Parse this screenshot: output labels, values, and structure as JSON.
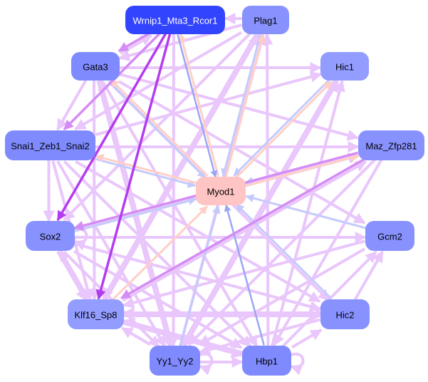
{
  "graph": {
    "type": "directed-network",
    "nodes": [
      {
        "id": "Wrnip1_Mta3_Rcor1",
        "label": "Wrnip1_Mta3_Rcor1",
        "fill": "#3344ff",
        "text_color": "#ffffff"
      },
      {
        "id": "Plag1",
        "label": "Plag1",
        "fill": "#8892ff",
        "text_color": "#000000"
      },
      {
        "id": "Gata3",
        "label": "Gata3",
        "fill": "#7f8afe",
        "text_color": "#000000"
      },
      {
        "id": "Hic1",
        "label": "Hic1",
        "fill": "#939cff",
        "text_color": "#000000"
      },
      {
        "id": "Snai1_Zeb1_Snai2",
        "label": "Snai1_Zeb1_Snai2",
        "fill": "#7f8afe",
        "text_color": "#000000"
      },
      {
        "id": "Maz_Zfp281",
        "label": "Maz_Zfp281",
        "fill": "#8892ff",
        "text_color": "#000000"
      },
      {
        "id": "Myod1",
        "label": "Myod1",
        "fill": "#ffc4c4",
        "text_color": "#000000"
      },
      {
        "id": "Sox2",
        "label": "Sox2",
        "fill": "#8892ff",
        "text_color": "#000000"
      },
      {
        "id": "Gcm2",
        "label": "Gcm2",
        "fill": "#8892ff",
        "text_color": "#000000"
      },
      {
        "id": "Klf16_Sp8",
        "label": "Klf16_Sp8",
        "fill": "#939cff",
        "text_color": "#000000"
      },
      {
        "id": "Hic2",
        "label": "Hic2",
        "fill": "#8892ff",
        "text_color": "#000000"
      },
      {
        "id": "Yy1_Yy2",
        "label": "Yy1_Yy2",
        "fill": "#7f8afe",
        "text_color": "#000000"
      },
      {
        "id": "Hbp1",
        "label": "Hbp1",
        "fill": "#7f8afe",
        "text_color": "#000000"
      }
    ],
    "edge_colors": {
      "strong": "#b43cf0",
      "medium": "#d58cf5",
      "weak": "#e9c6fb",
      "to_target_blue": "#c4cbfb",
      "to_target_salmon": "#ffcfc6",
      "blue_mid": "#9aa6f5"
    },
    "edges": [
      {
        "from": "Plag1",
        "to": "Wrnip1_Mta3_Rcor1",
        "kind": "weak"
      },
      {
        "from": "Wrnip1_Mta3_Rcor1",
        "to": "Gata3",
        "kind": "medium"
      },
      {
        "from": "Gata3",
        "to": "Wrnip1_Mta3_Rcor1",
        "kind": "weak"
      },
      {
        "from": "Wrnip1_Mta3_Rcor1",
        "to": "Snai1_Zeb1_Snai2",
        "kind": "medium"
      },
      {
        "from": "Wrnip1_Mta3_Rcor1",
        "to": "Sox2",
        "kind": "strong"
      },
      {
        "from": "Wrnip1_Mta3_Rcor1",
        "to": "Klf16_Sp8",
        "kind": "strong"
      },
      {
        "from": "Wrnip1_Mta3_Rcor1",
        "to": "Myod1",
        "kind": "blue_mid"
      },
      {
        "from": "Myod1",
        "to": "Wrnip1_Mta3_Rcor1",
        "kind": "to_target_salmon"
      },
      {
        "from": "Wrnip1_Mta3_Rcor1",
        "to": "Yy1_Yy2",
        "kind": "weak"
      },
      {
        "from": "Plag1",
        "to": "Myod1",
        "kind": "to_target_blue"
      },
      {
        "from": "Myod1",
        "to": "Plag1",
        "kind": "to_target_salmon"
      },
      {
        "from": "Plag1",
        "to": "Gata3",
        "kind": "weak"
      },
      {
        "from": "Plag1",
        "to": "Snai1_Zeb1_Snai2",
        "kind": "weak"
      },
      {
        "from": "Plag1",
        "to": "Klf16_Sp8",
        "kind": "weak"
      },
      {
        "from": "Plag1",
        "to": "Sox2",
        "kind": "weak"
      },
      {
        "from": "Hbp1",
        "to": "Plag1",
        "kind": "weak"
      },
      {
        "from": "Yy1_Yy2",
        "to": "Plag1",
        "kind": "weak"
      },
      {
        "from": "Gata3",
        "to": "Maz_Zfp281",
        "kind": "weak"
      },
      {
        "from": "Gata3",
        "to": "Hic1",
        "kind": "weak"
      },
      {
        "from": "Gata3",
        "to": "Myod1",
        "kind": "to_target_blue"
      },
      {
        "from": "Myod1",
        "to": "Gata3",
        "kind": "to_target_salmon"
      },
      {
        "from": "Gata3",
        "to": "Snai1_Zeb1_Snai2",
        "kind": "weak"
      },
      {
        "from": "Gata3",
        "to": "Klf16_Sp8",
        "kind": "weak"
      },
      {
        "from": "Gata3",
        "to": "Hic2",
        "kind": "weak"
      },
      {
        "from": "Gata3",
        "to": "Hbp1",
        "kind": "weak"
      },
      {
        "from": "Gata3",
        "to": "Yy1_Yy2",
        "kind": "weak"
      },
      {
        "from": "Gata3",
        "to": "Gcm2",
        "kind": "weak"
      },
      {
        "from": "Hic1",
        "to": "Myod1",
        "kind": "to_target_blue"
      },
      {
        "from": "Myod1",
        "to": "Hic1",
        "kind": "to_target_salmon"
      },
      {
        "from": "Hic1",
        "to": "Yy1_Yy2",
        "kind": "weak"
      },
      {
        "from": "Snai1_Zeb1_Snai2",
        "to": "Maz_Zfp281",
        "kind": "weak"
      },
      {
        "from": "Snai1_Zeb1_Snai2",
        "to": "Myod1",
        "kind": "to_target_blue"
      },
      {
        "from": "Myod1",
        "to": "Snai1_Zeb1_Snai2",
        "kind": "to_target_salmon"
      },
      {
        "from": "Snai1_Zeb1_Snai2",
        "to": "Sox2",
        "kind": "weak"
      },
      {
        "from": "Snai1_Zeb1_Snai2",
        "to": "Klf16_Sp8",
        "kind": "weak"
      },
      {
        "from": "Snai1_Zeb1_Snai2",
        "to": "Hic2",
        "kind": "weak"
      },
      {
        "from": "Snai1_Zeb1_Snai2",
        "to": "Yy1_Yy2",
        "kind": "weak"
      },
      {
        "from": "Snai1_Zeb1_Snai2",
        "to": "Hbp1",
        "kind": "weak"
      },
      {
        "from": "Snai1_Zeb1_Snai2",
        "to": "Hic1",
        "kind": "weak"
      },
      {
        "from": "Maz_Zfp281",
        "to": "Myod1",
        "kind": "to_target_blue"
      },
      {
        "from": "Myod1",
        "to": "Maz_Zfp281",
        "kind": "to_target_salmon"
      },
      {
        "from": "Maz_Zfp281",
        "to": "Sox2",
        "kind": "medium"
      },
      {
        "from": "Maz_Zfp281",
        "to": "Klf16_Sp8",
        "kind": "medium"
      },
      {
        "from": "Maz_Zfp281",
        "to": "Yy1_Yy2",
        "kind": "weak"
      },
      {
        "from": "Maz_Zfp281",
        "to": "Hbp1",
        "kind": "weak"
      },
      {
        "from": "Sox2",
        "to": "Myod1",
        "kind": "to_target_blue"
      },
      {
        "from": "Sox2",
        "to": "Gcm2",
        "kind": "weak"
      },
      {
        "from": "Sox2",
        "to": "Klf16_Sp8",
        "kind": "weak"
      },
      {
        "from": "Klf16_Sp8",
        "to": "Sox2",
        "kind": "weak"
      },
      {
        "from": "Sox2",
        "to": "Hic2",
        "kind": "weak"
      },
      {
        "from": "Sox2",
        "to": "Yy1_Yy2",
        "kind": "weak"
      },
      {
        "from": "Sox2",
        "to": "Hbp1",
        "kind": "weak"
      },
      {
        "from": "Gcm2",
        "to": "Myod1",
        "kind": "to_target_blue"
      },
      {
        "from": "Gcm2",
        "to": "Klf16_Sp8",
        "kind": "weak"
      },
      {
        "from": "Gcm2",
        "to": "Yy1_Yy2",
        "kind": "weak"
      },
      {
        "from": "Hbp1",
        "to": "Gcm2",
        "kind": "weak"
      },
      {
        "from": "Klf16_Sp8",
        "to": "Myod1",
        "kind": "to_target_salmon"
      },
      {
        "from": "Klf16_Sp8",
        "to": "Hic2",
        "kind": "weak"
      },
      {
        "from": "Klf16_Sp8",
        "to": "Maz_Zfp281",
        "kind": "weak"
      },
      {
        "from": "Klf16_Sp8",
        "to": "Plag1",
        "kind": "weak"
      },
      {
        "from": "Klf16_Sp8",
        "to": "Hbp1",
        "kind": "weak"
      },
      {
        "from": "Hic2",
        "to": "Klf16_Sp8",
        "kind": "weak"
      },
      {
        "from": "Hic2",
        "to": "Myod1",
        "kind": "to_target_blue"
      },
      {
        "from": "Hic2",
        "to": "Yy1_Yy2",
        "kind": "weak"
      },
      {
        "from": "Hic2",
        "to": "Gcm2",
        "kind": "weak"
      },
      {
        "from": "Yy1_Yy2",
        "to": "Myod1",
        "kind": "to_target_blue"
      },
      {
        "from": "Yy1_Yy2",
        "to": "Hbp1",
        "kind": "weak"
      },
      {
        "from": "Yy1_Yy2",
        "to": "Klf16_Sp8",
        "kind": "weak"
      },
      {
        "from": "Yy1_Yy2",
        "to": "Hic1",
        "kind": "weak"
      },
      {
        "from": "Yy1_Yy2",
        "to": "Yy1_Yy2",
        "kind": "weak"
      },
      {
        "from": "Yy1_Yy2",
        "to": "Gata3",
        "kind": "weak"
      },
      {
        "from": "Hbp1",
        "to": "Myod1",
        "kind": "blue_mid"
      },
      {
        "from": "Hbp1",
        "to": "Hbp1",
        "kind": "weak"
      },
      {
        "from": "Hbp1",
        "to": "Hic2",
        "kind": "weak"
      },
      {
        "from": "Hbp1",
        "to": "Klf16_Sp8",
        "kind": "weak"
      },
      {
        "from": "Hbp1",
        "to": "Hic1",
        "kind": "weak"
      },
      {
        "from": "Sox2",
        "to": "Sox2",
        "kind": "weak"
      },
      {
        "from": "Sox2",
        "to": "Maz_Zfp281",
        "kind": "weak"
      }
    ]
  }
}
